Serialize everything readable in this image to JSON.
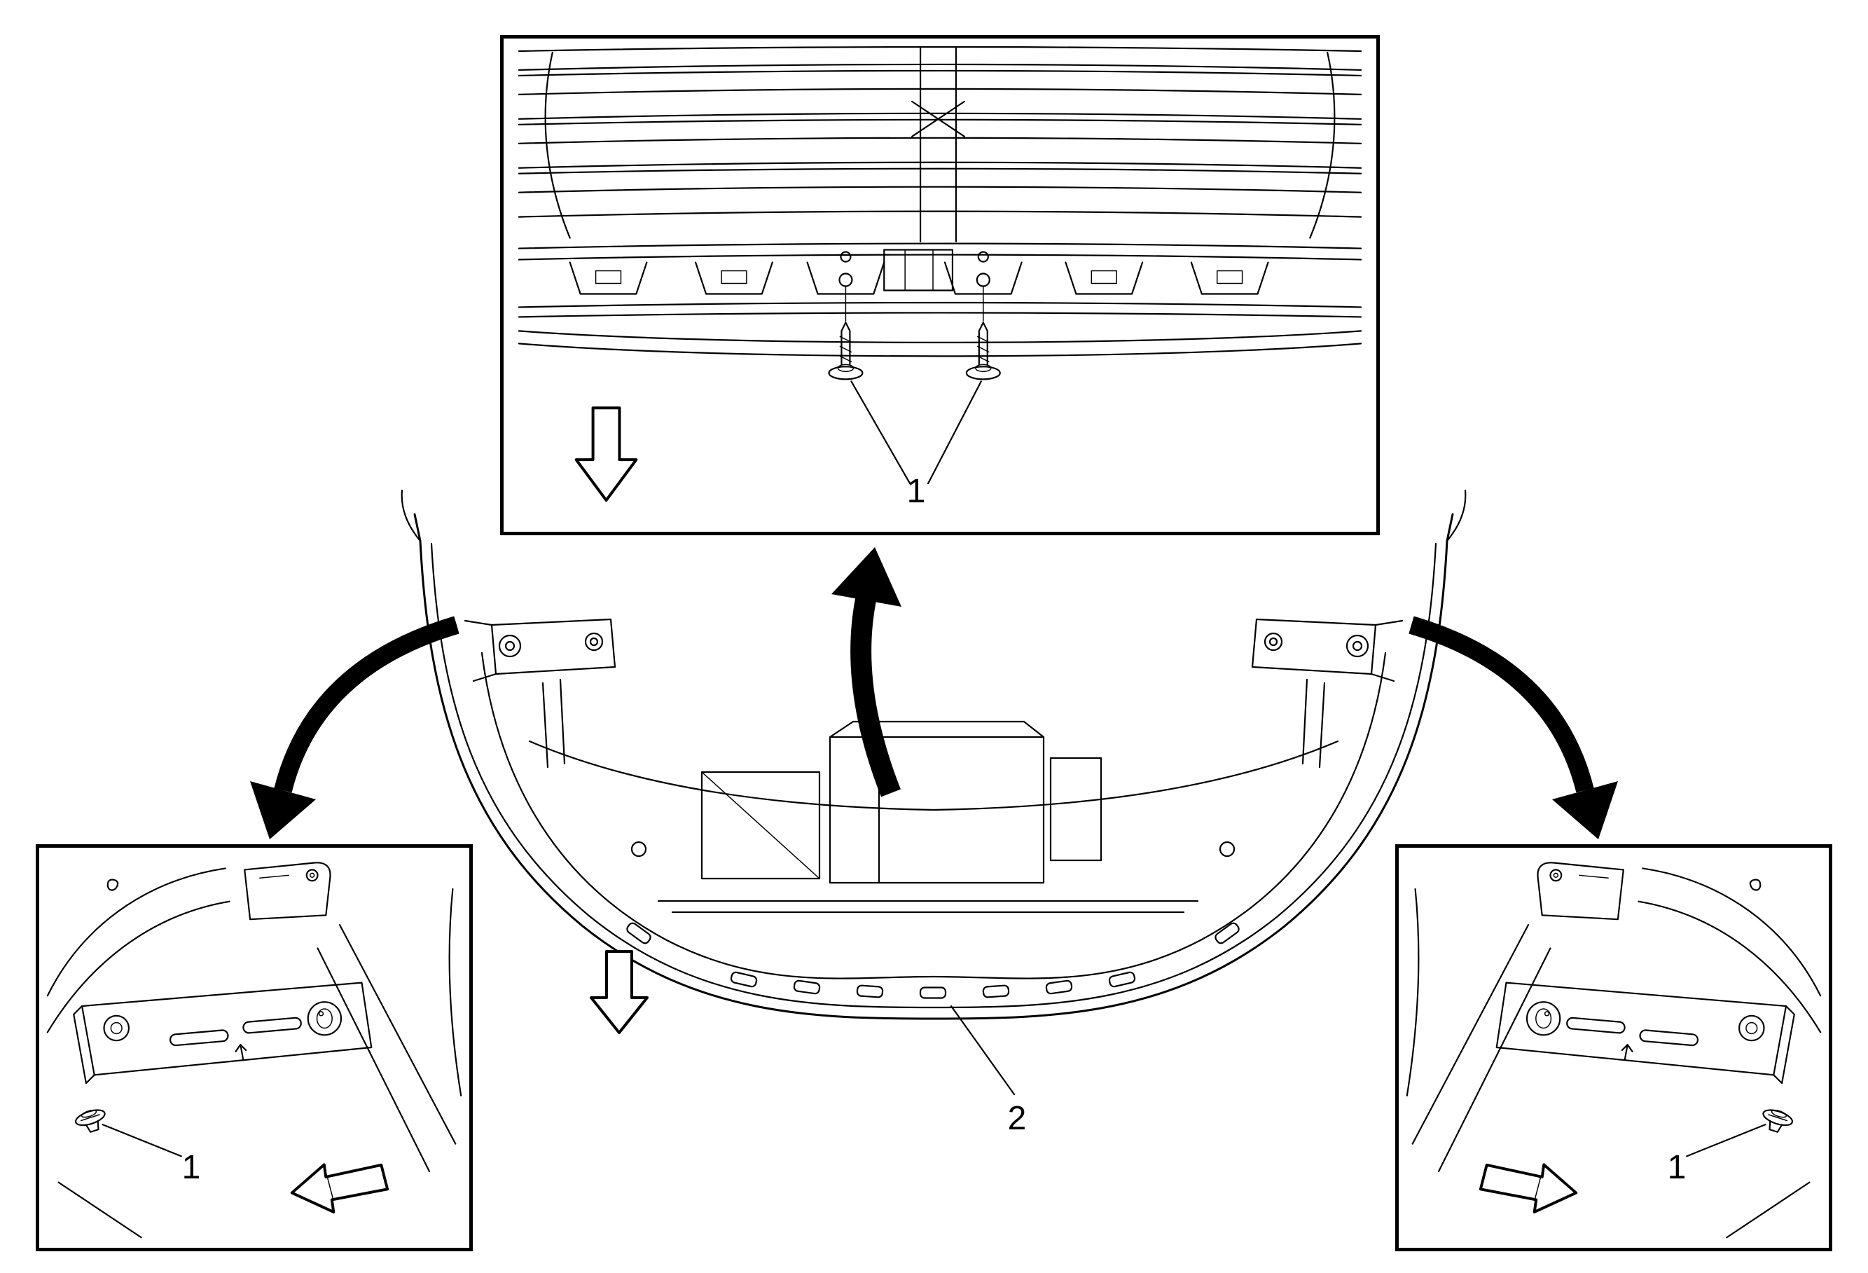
{
  "figure": {
    "background_color": "#ffffff",
    "line_color": "#000000"
  },
  "callouts": {
    "top_screws": "1",
    "left_fastener": "1",
    "right_fastener": "1",
    "fascia": "2"
  },
  "icons": {
    "top_panel_arrow": "down-arrow",
    "fascia_arrow": "down-arrow",
    "center_arrow": "curved-up-arrow",
    "left_swing_arrow": "curved-down-left-arrow",
    "right_swing_arrow": "curved-down-right-arrow",
    "left_panel_arrow": "left-direction-arrow",
    "right_panel_arrow": "right-direction-arrow"
  }
}
